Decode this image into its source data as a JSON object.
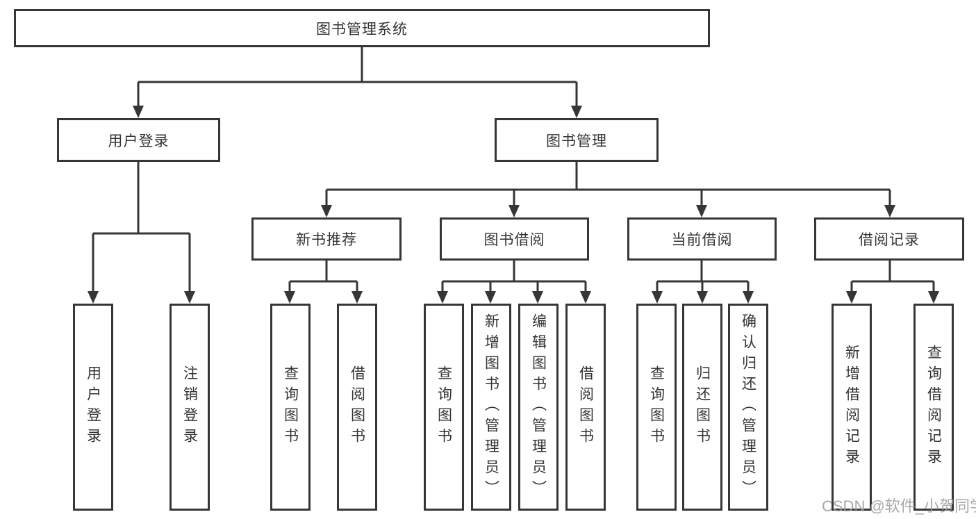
{
  "diagram": {
    "root": "图书管理系统",
    "branches": [
      {
        "label": "用户登录",
        "leaves": [
          "用户登录",
          "注销登录"
        ]
      },
      {
        "label": "图书管理",
        "groups": [
          {
            "label": "新书推荐",
            "leaves": [
              "查询图书",
              "借阅图书"
            ]
          },
          {
            "label": "图书借阅",
            "leaves": [
              "查询图书",
              "新增图书（管理员）",
              "编辑图书（管理员）",
              "借阅图书"
            ]
          },
          {
            "label": "当前借阅",
            "leaves": [
              "查询图书",
              "归还图书",
              "确认归还（管理员）"
            ]
          },
          {
            "label": "借阅记录",
            "leaves": [
              "新增借阅记录",
              "查询借阅记录"
            ]
          }
        ]
      }
    ]
  },
  "watermark": {
    "text": "CSDN @软件_小贺同学"
  },
  "colors": {
    "background": "#ffffff",
    "box_border": "#363636",
    "connector_line": "#363636",
    "text": "#333333",
    "watermark": "#9f9f9f"
  }
}
